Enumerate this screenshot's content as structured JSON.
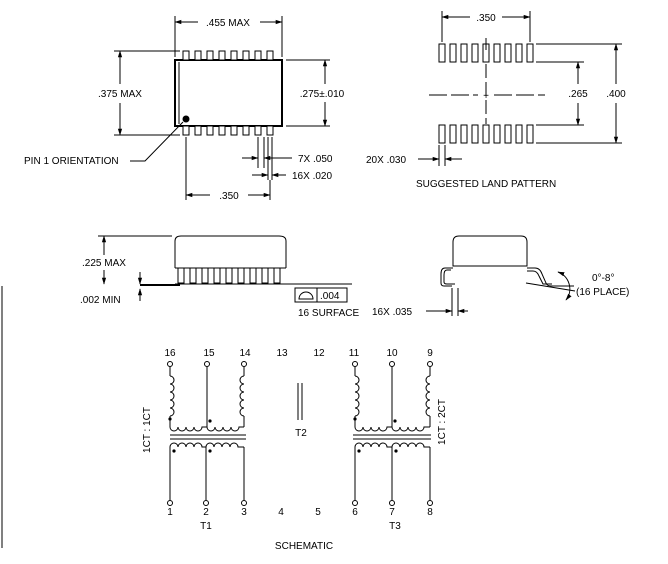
{
  "top_view": {
    "width_label": ".455 MAX",
    "height_label": ".375 MAX",
    "body_height_label": ".275±.010",
    "pin_spacing_label": "7X .050",
    "pin_width_label": "16X .020",
    "row_width_label": ".350",
    "pin1_label": "PIN 1 ORIENTATION"
  },
  "land_pattern": {
    "width_label": ".350",
    "inner_label": ".265",
    "outer_label": ".400",
    "pad_label": "20X .030",
    "caption": "SUGGESTED LAND PATTERN"
  },
  "side_view": {
    "height_label": ".225 MAX",
    "standoff_label": ".002 MIN",
    "flatness_label": ".004",
    "surface_label": "16 SURFACE"
  },
  "end_view": {
    "lead_label": "16X .035",
    "angle_label": "0°-8°",
    "place_label": "(16 PLACE)"
  },
  "schematic": {
    "caption": "SCHEMATIC",
    "top_pins": [
      "16",
      "15",
      "14",
      "13",
      "12",
      "11",
      "10",
      "9"
    ],
    "bottom_pins": [
      "1",
      "2",
      "3",
      "4",
      "5",
      "6",
      "7",
      "8"
    ],
    "t1_label": "T1",
    "t2_label": "T2",
    "t3_label": "T3",
    "t1_ratio": "1CT : 1CT",
    "t3_ratio": "1CT : 2CT"
  }
}
